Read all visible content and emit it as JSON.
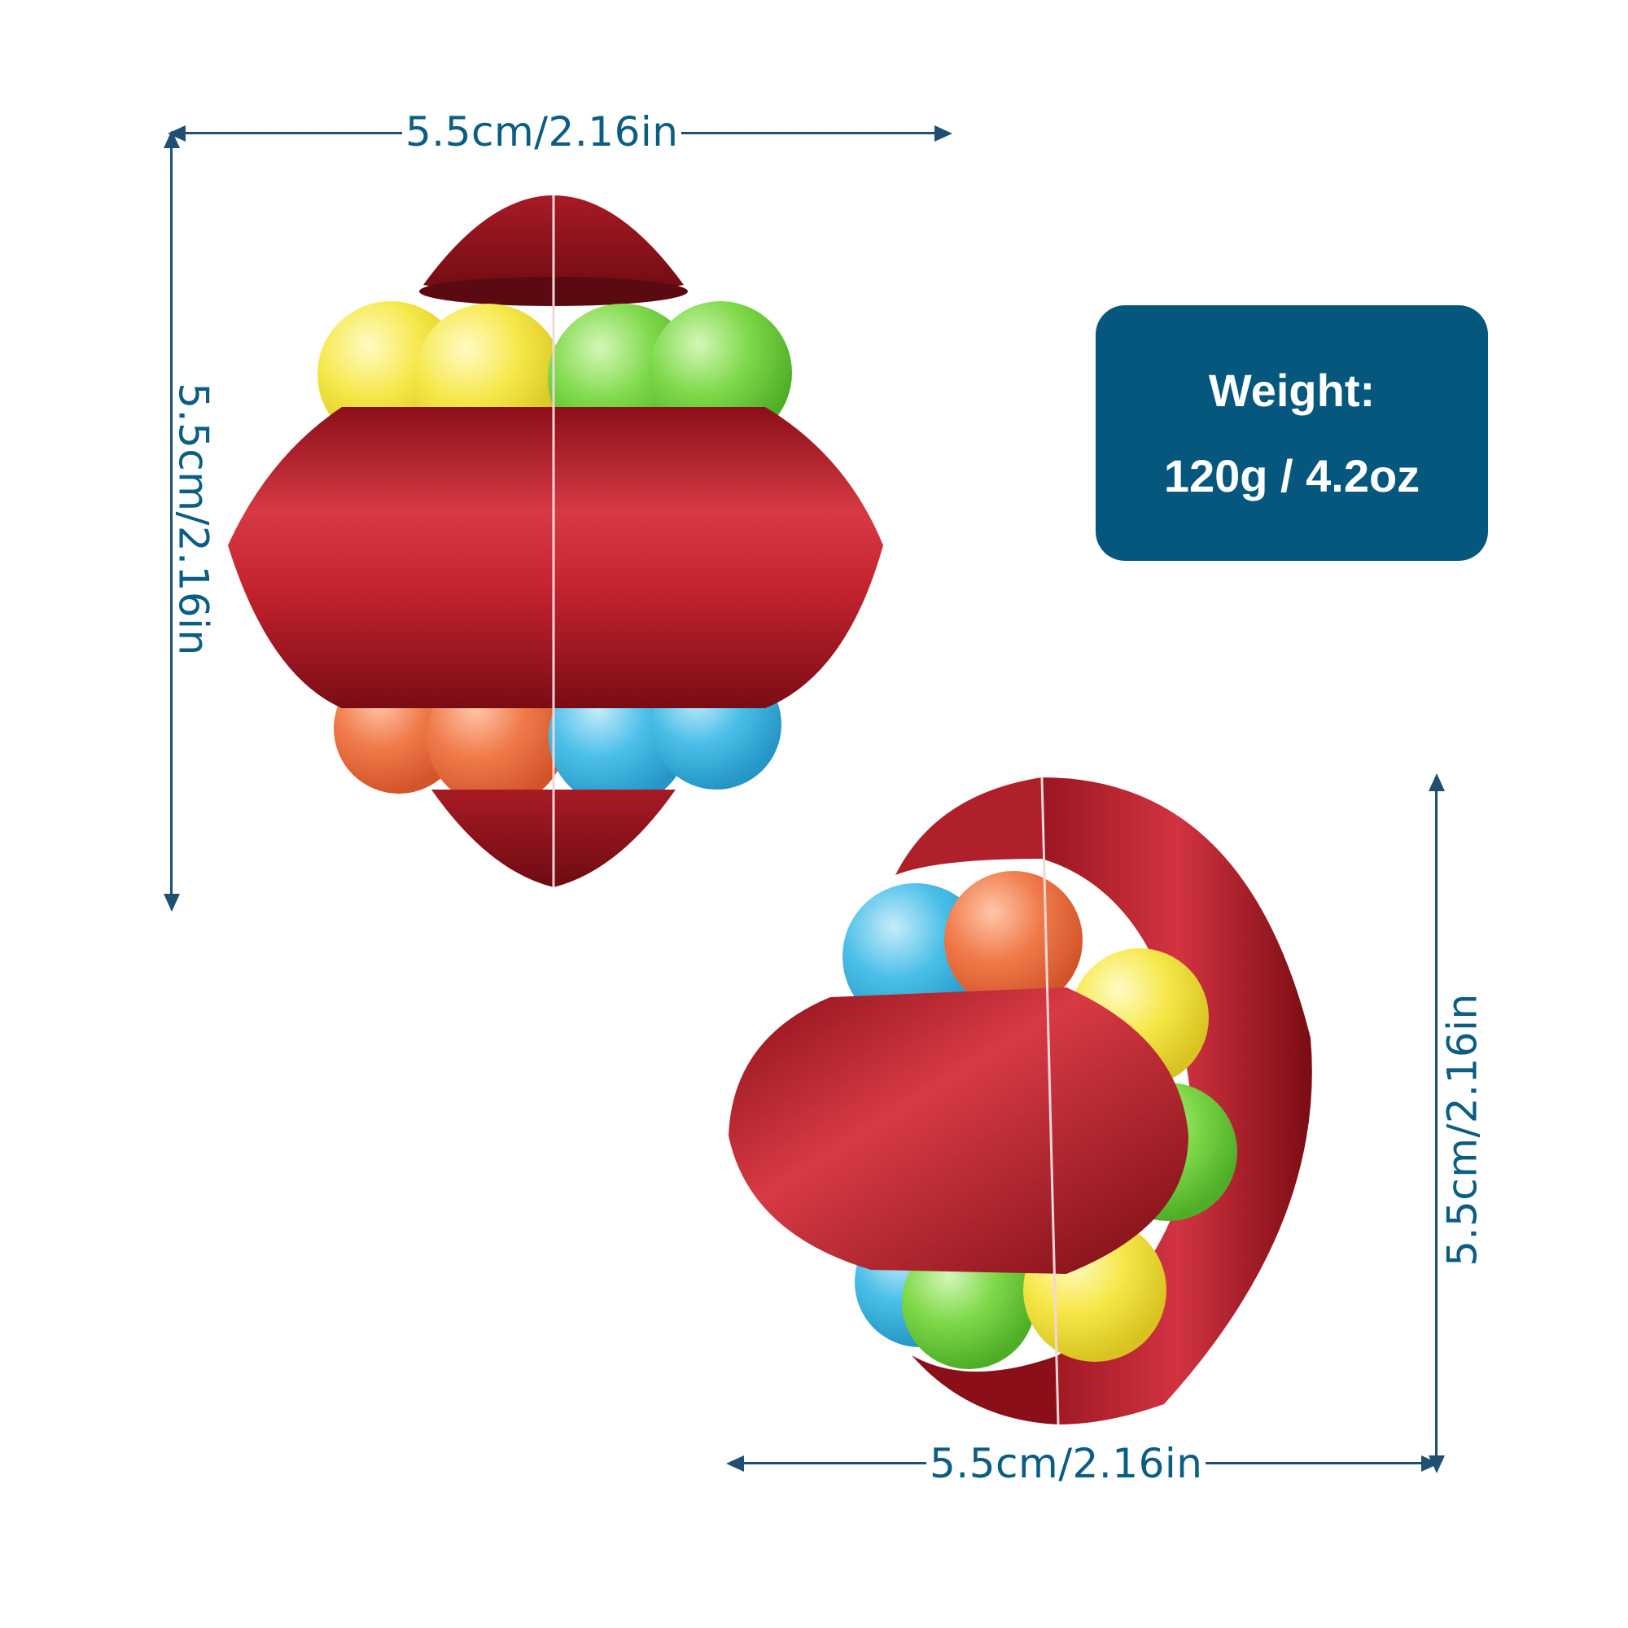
{
  "dimensions": {
    "top_width": "5.5cm/2.16in",
    "left_height": "5.5cm/2.16in",
    "right_height": "5.5cm/2.16in",
    "bottom_width": "5.5cm/2.16in"
  },
  "weight": {
    "label": "Weight:",
    "value": "120g / 4.2oz"
  },
  "colors": {
    "dimension_text": "#0c5d83",
    "dimension_line": "#1f4f73",
    "weight_box": "#05577d",
    "toy_body": "#c4232f",
    "ball_yellow": "#f6e84a",
    "ball_green": "#7fd94a",
    "ball_orange": "#f07a4a",
    "ball_blue": "#4bbfe8"
  }
}
